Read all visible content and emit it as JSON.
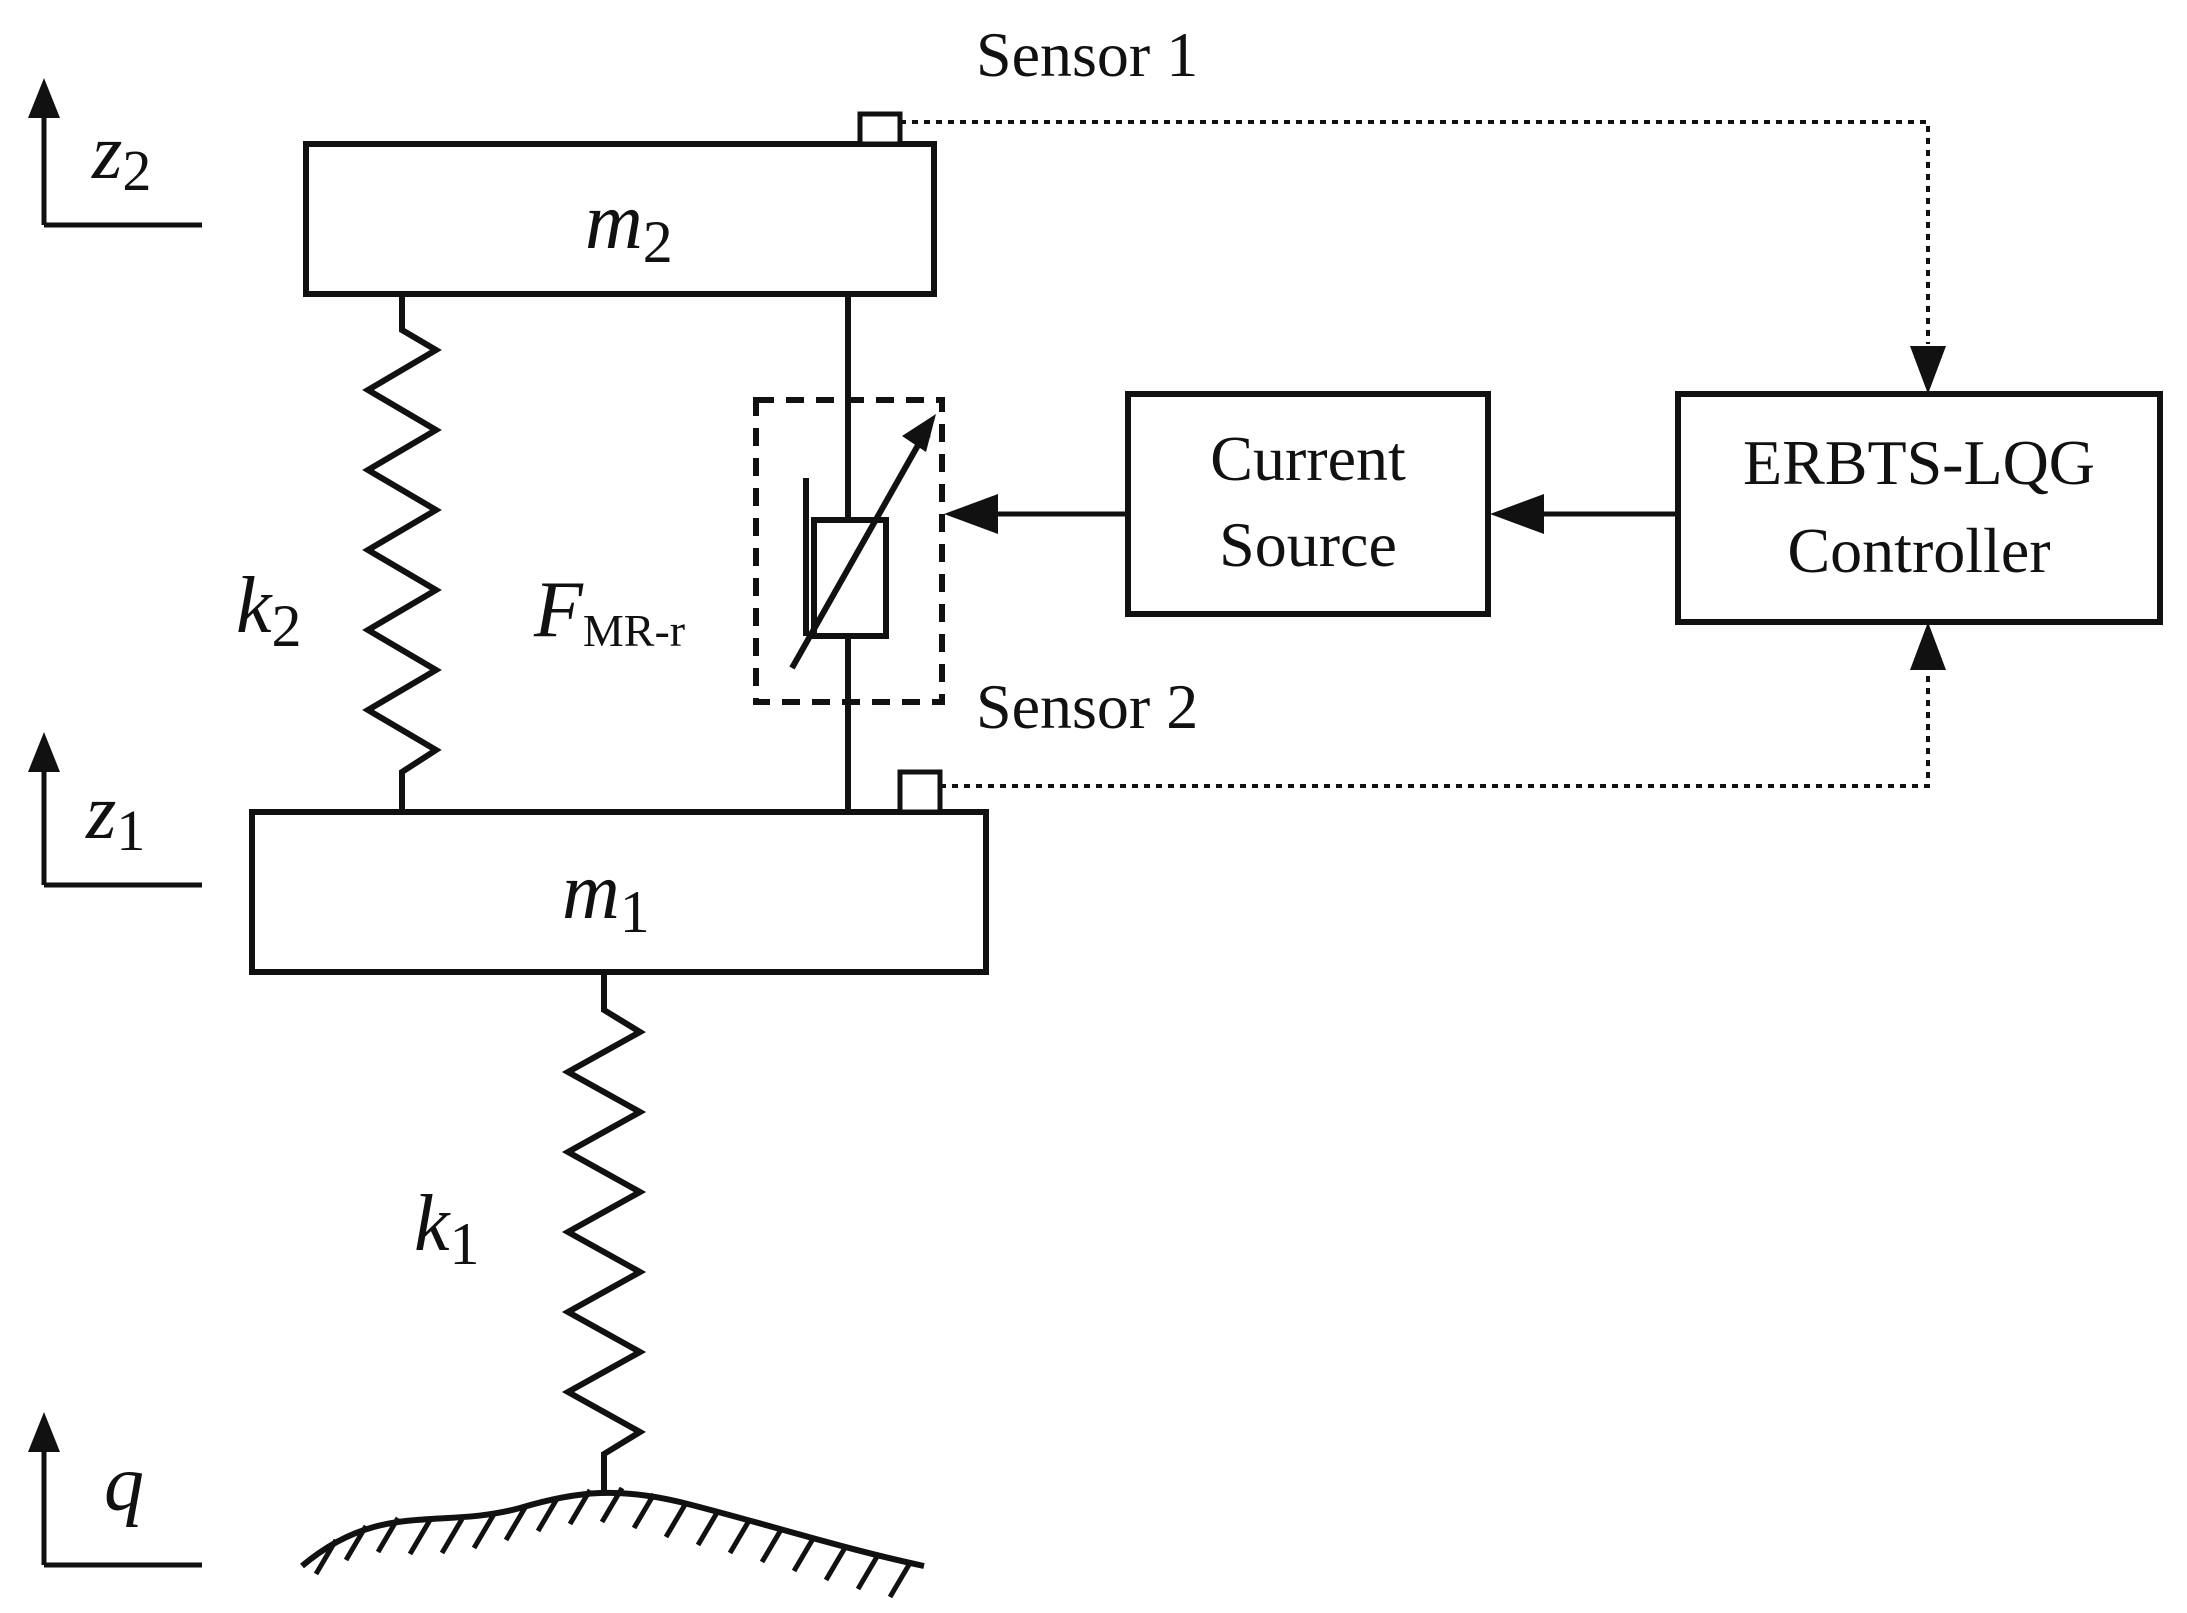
{
  "masses": {
    "upper": {
      "symbol": "m",
      "subscript": "2"
    },
    "lower": {
      "symbol": "m",
      "subscript": "1"
    }
  },
  "springs": {
    "upper": {
      "symbol": "k",
      "subscript": "2"
    },
    "lower": {
      "symbol": "k",
      "subscript": "1"
    }
  },
  "damper": {
    "symbol": "F",
    "subscript": "MR-r"
  },
  "coordinates": {
    "z2": {
      "symbol": "z",
      "subscript": "2"
    },
    "z1": {
      "symbol": "z",
      "subscript": "1"
    },
    "q": {
      "symbol": "q"
    }
  },
  "sensors": {
    "sensor1": "Sensor 1",
    "sensor2": "Sensor 2"
  },
  "blocks": {
    "current_source": {
      "line1": "Current",
      "line2": "Source"
    },
    "controller": {
      "line1": "ERBTS-LQG",
      "line2": "Controller"
    }
  },
  "colors": {
    "stroke": "#111111",
    "background": "#ffffff"
  }
}
